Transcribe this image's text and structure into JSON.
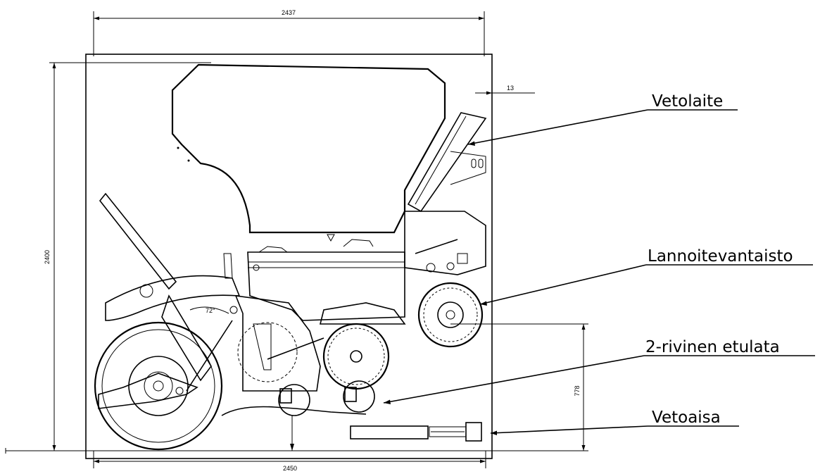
{
  "dimensions": {
    "top_width": "2437",
    "bottom_width": "2450",
    "height": "2400",
    "ground_height": "778",
    "offset": "13",
    "angle": "72°"
  },
  "callouts": [
    {
      "id": "vetolaite",
      "label": "Vetolaite"
    },
    {
      "id": "lannoitevantaisto",
      "label": "Lannoitevantaisto"
    },
    {
      "id": "etulata",
      "label": "2-rivinen etulata"
    },
    {
      "id": "vetoaisa",
      "label": "Vetoaisa"
    }
  ]
}
